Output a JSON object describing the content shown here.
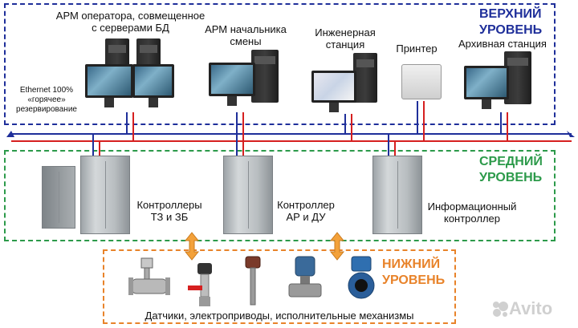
{
  "levels": {
    "top": {
      "title_line1": "ВЕРХНИЙ",
      "title_line2": "УРОВЕНЬ",
      "color": "#1f2f9a"
    },
    "middle": {
      "title_line1": "СРЕДНИЙ",
      "title_line2": "УРОВЕНЬ",
      "color": "#2c9a4a"
    },
    "bottom": {
      "title_line1": "НИЖНИЙ",
      "title_line2": "УРОВЕНЬ",
      "color": "#e8832a"
    }
  },
  "top_nodes": [
    {
      "line1": "АРМ оператора, совмещенное",
      "line2": "с серверами БД"
    },
    {
      "line1": "АРМ начальника",
      "line2": "смены"
    },
    {
      "line1": "Инженерная",
      "line2": "станция"
    },
    {
      "line1": "Принтер",
      "line2": ""
    },
    {
      "line1": "Архивная станция",
      "line2": ""
    }
  ],
  "ethernet_note": {
    "line1": "Ethernet 100%",
    "line2": "«горячее»",
    "line3": "резервирование"
  },
  "mid_nodes": [
    {
      "line1": "Контроллеры",
      "line2": "ТЗ и ЗБ"
    },
    {
      "line1": "Контроллер",
      "line2": "АР и ДУ"
    },
    {
      "line1": "Информационный",
      "line2": "контроллер"
    }
  ],
  "bottom_caption": "Датчики, электроприводы, исполнительные механизмы",
  "watermark": "Avito",
  "colors": {
    "bus_blue": "#1f2f9a",
    "bus_red": "#d62020",
    "arrow_orange": "#f3a13a"
  }
}
